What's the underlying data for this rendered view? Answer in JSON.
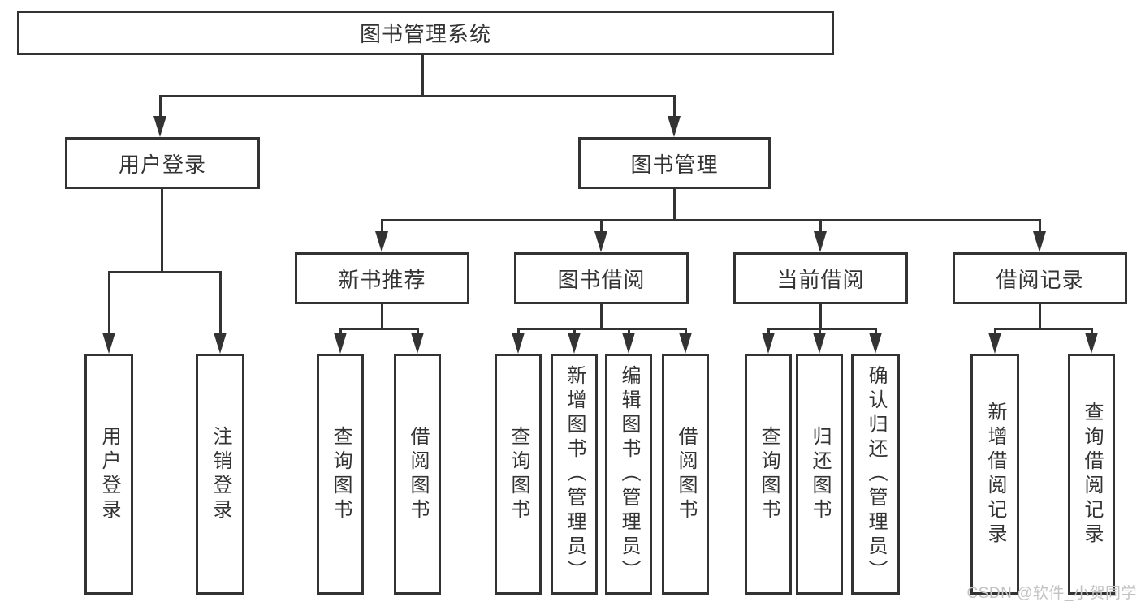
{
  "diagram": {
    "root": {
      "label": "图书管理系统"
    },
    "branches": [
      {
        "label": "用户登录",
        "children": [
          {
            "label": "用户登录"
          },
          {
            "label": "注销登录"
          }
        ]
      },
      {
        "label": "图书管理",
        "children": [
          {
            "label": "新书推荐",
            "children": [
              {
                "label": "查询图书"
              },
              {
                "label": "借阅图书"
              }
            ]
          },
          {
            "label": "图书借阅",
            "children": [
              {
                "label": "查询图书"
              },
              {
                "label": "新增图书（管理员）"
              },
              {
                "label": "编辑图书（管理员）"
              },
              {
                "label": "借阅图书"
              }
            ]
          },
          {
            "label": "当前借阅",
            "children": [
              {
                "label": "查询图书"
              },
              {
                "label": "归还图书"
              },
              {
                "label": "确认归还（管理员）"
              }
            ]
          },
          {
            "label": "借阅记录",
            "children": [
              {
                "label": "新增借阅记录"
              },
              {
                "label": "查询借阅记录"
              }
            ]
          }
        ]
      }
    ]
  },
  "watermark": {
    "text": "CSDN @软件_小贺同学"
  },
  "colors": {
    "line": "#333333",
    "text": "#333333",
    "background": "#ffffff",
    "watermark": "#c2c2c2"
  }
}
